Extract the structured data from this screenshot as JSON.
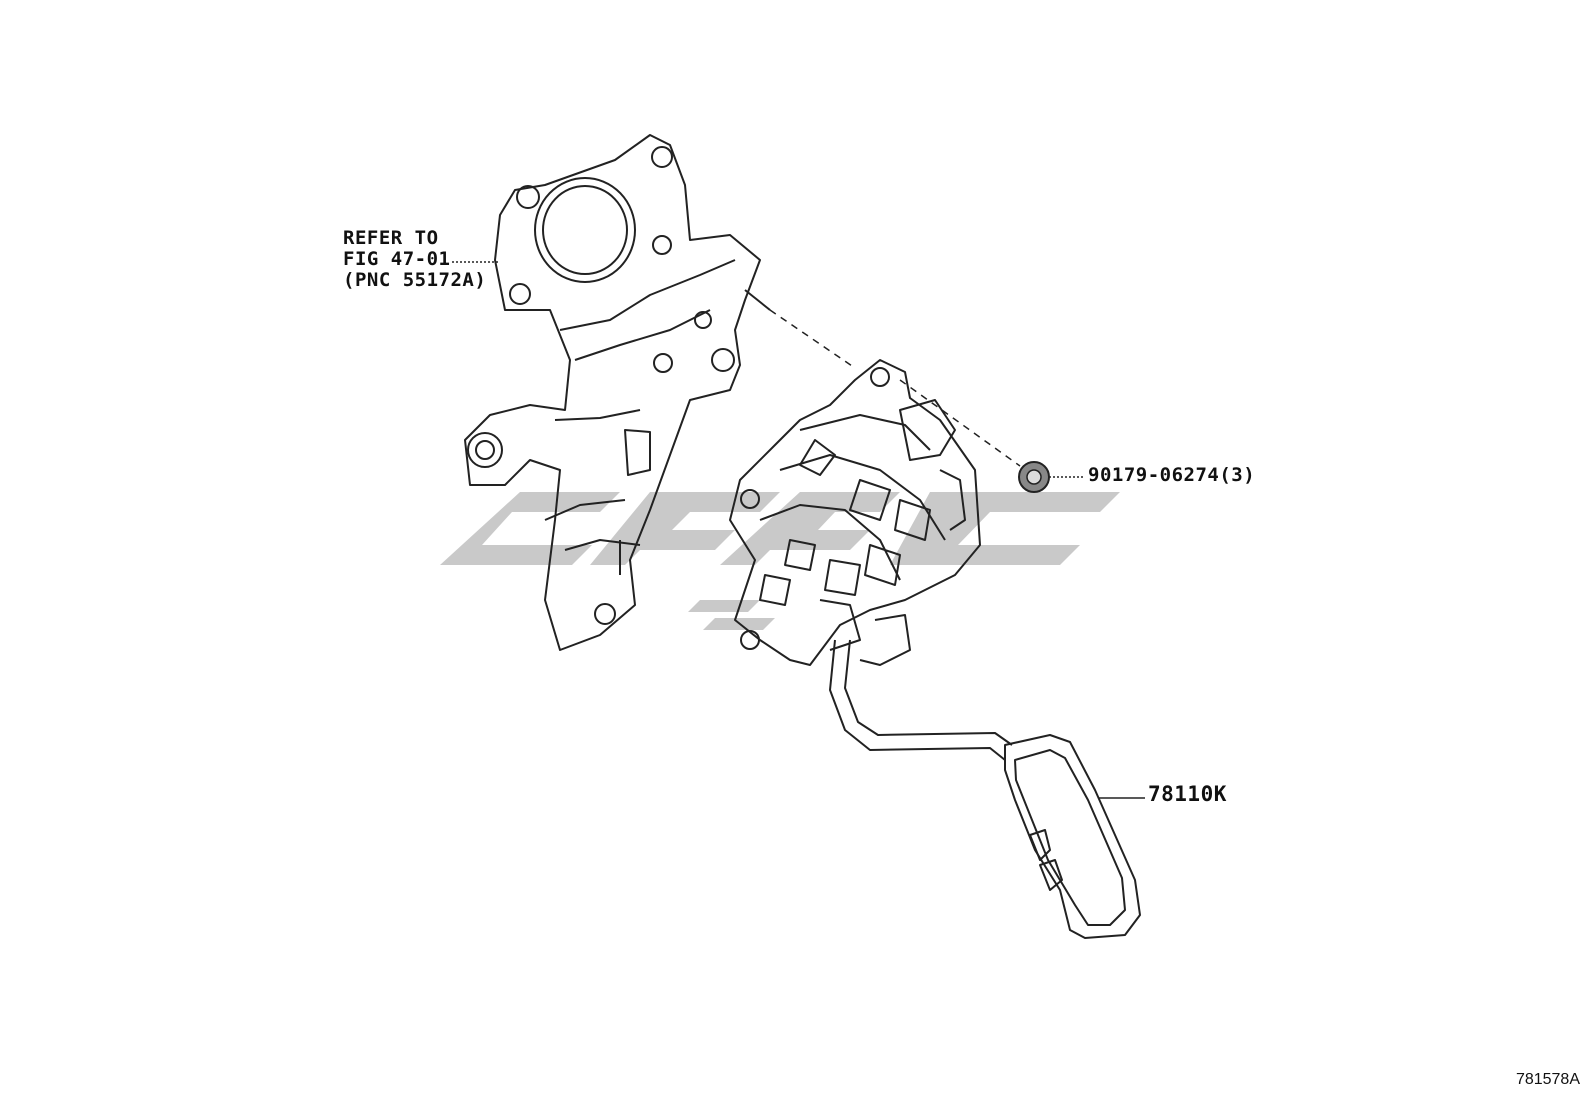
{
  "diagram": {
    "reference_note": {
      "line1": "REFER TO",
      "line2": "FIG 47-01",
      "line3": "(PNC 55172A)"
    },
    "parts": [
      {
        "label": "90179-06274(3)"
      },
      {
        "label": "78110K"
      }
    ],
    "figure_id": "781578A",
    "colors": {
      "line": "#222222",
      "watermark": "#cccccc",
      "background": "#ffffff"
    }
  }
}
